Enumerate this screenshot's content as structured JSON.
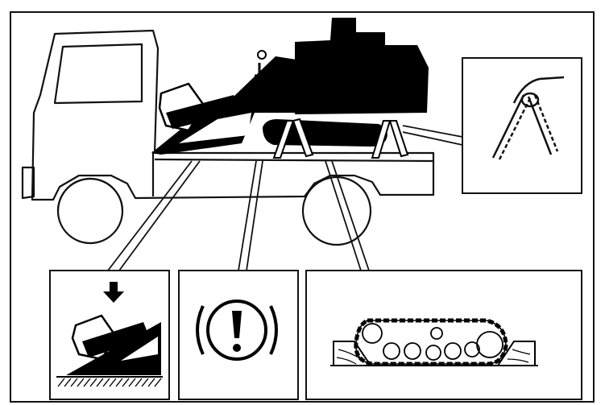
{
  "figure": {
    "panels": [
      {
        "id": "truck-overview",
        "depicts": "truck-with-loaded-tracked-machine"
      },
      {
        "id": "rope-tie-down",
        "depicts": "rope-hook-detail"
      },
      {
        "id": "attachment-lowered",
        "depicts": "bucket-lowered-onto-ramp"
      },
      {
        "id": "parking-brake",
        "depicts": "brake-warning-symbol"
      },
      {
        "id": "track-chocks",
        "depicts": "track-blocked-with-wood-chocks"
      }
    ],
    "colors": {
      "line": "#111111",
      "fill": "#000000",
      "paper": "#ffffff"
    }
  }
}
